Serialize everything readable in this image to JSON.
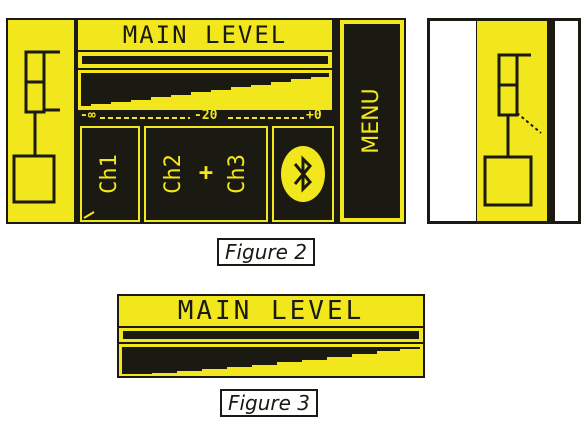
{
  "figure2": {
    "title": "MAIN LEVEL",
    "scale_min": "-∞",
    "scale_mid": "-20",
    "scale_max": "+0",
    "ch1_label": "Ch1",
    "ch2_label": "Ch2",
    "plus_label": "+",
    "ch3_label": "Ch3",
    "bluetooth_icon": "bluetooth-icon",
    "menu_label": "MENU",
    "caption": "Figure 2"
  },
  "figure3": {
    "title": "MAIN LEVEL",
    "caption": "Figure 3"
  },
  "colors": {
    "lcd_yellow": "#f2e61c",
    "lcd_dark": "#1a1a12"
  }
}
